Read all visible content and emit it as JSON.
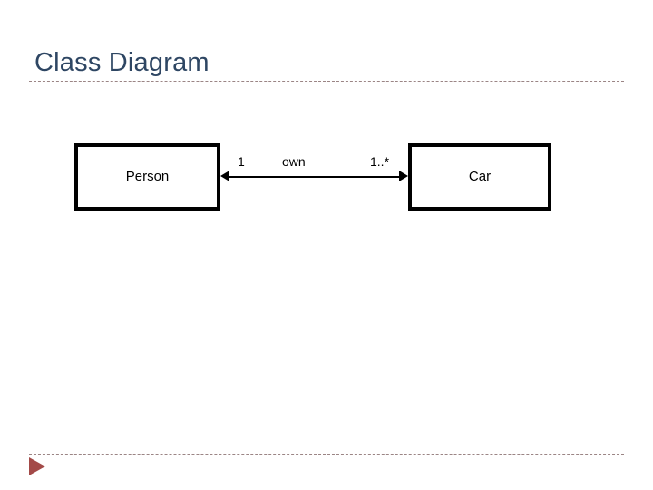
{
  "slide": {
    "title": "Class Diagram",
    "background_color": "#ffffff",
    "title_color": "#2e4663",
    "rule_color": "#9b8585",
    "bullet_color": "#a34a48"
  },
  "diagram": {
    "type": "uml-class-diagram",
    "classes": [
      {
        "id": "person",
        "name": "Person"
      },
      {
        "id": "car",
        "name": "Car"
      }
    ],
    "associations": [
      {
        "id": "owns",
        "name": "own",
        "source": "Person",
        "target": "Car",
        "source_multiplicity": "1",
        "target_multiplicity": "1..*",
        "arrow": "double-headed",
        "line_color": "#000000"
      }
    ]
  }
}
